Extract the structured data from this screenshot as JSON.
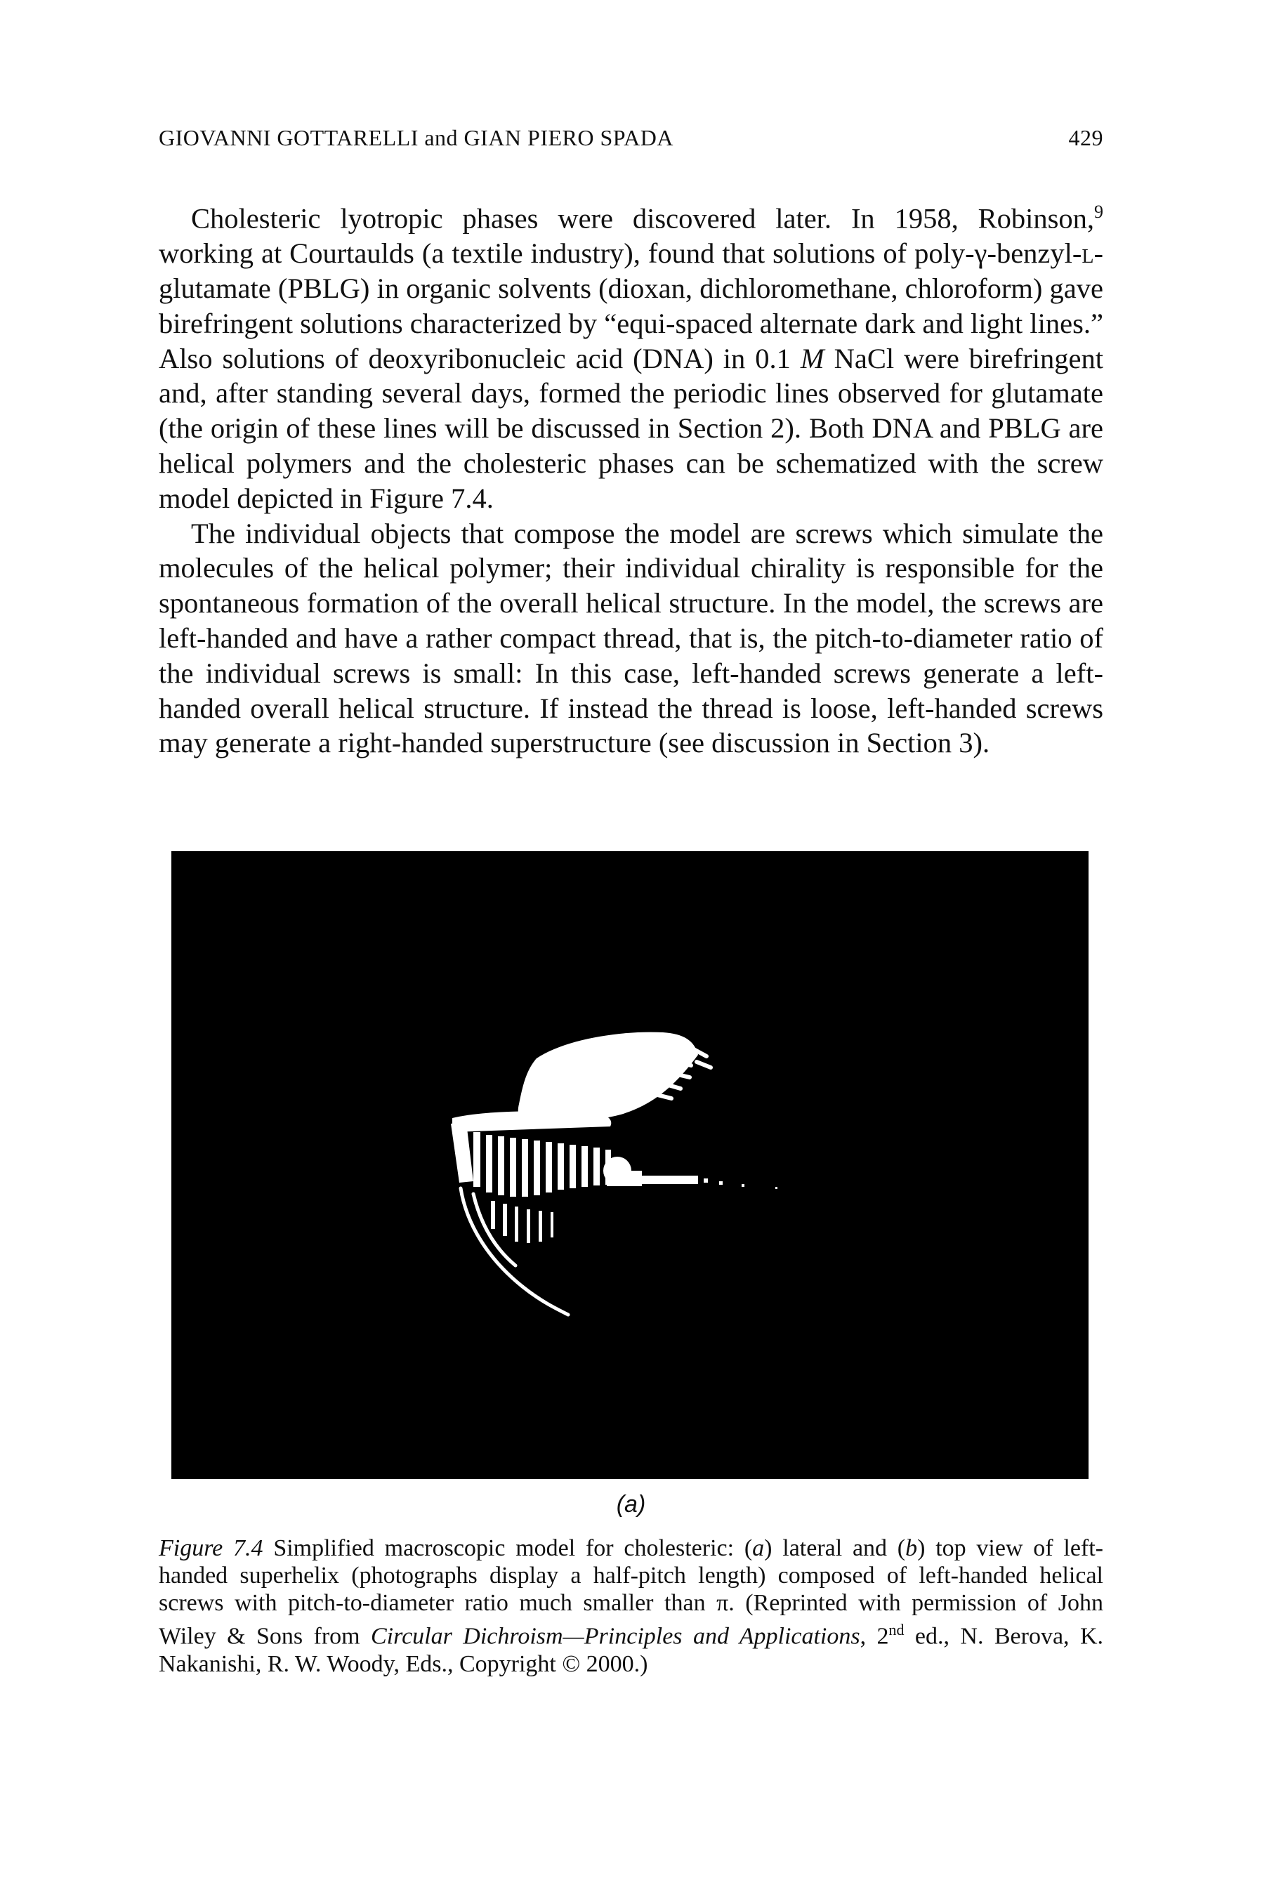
{
  "header": {
    "authors": "GIOVANNI GOTTARELLI and GIAN PIERO SPADA",
    "page_number": "429"
  },
  "body": {
    "p1_a": "Cholesteric lyotropic phases were discovered later. In 1958, Robinson,",
    "p1_ref": "9",
    "p1_b": " working at Courtaulds (a textile industry), found that solutions of poly-γ-benzyl-",
    "p1_l": "l",
    "p1_c": "-glutamate (PBLG) in organic solvents (dioxan, dichloromethane, chloroform) gave birefringent solutions characterized by “equi-spaced alternate dark and light lines.” Also solutions of deoxyribonucleic acid (DNA) in 0.1 ",
    "p1_m": "M",
    "p1_d": " NaCl were birefringent and, after standing several days, formed the periodic lines observed for glutamate (the origin of these lines will be discussed in Section 2). Both DNA and PBLG are helical polymers and the cholesteric phases can be schematized with the screw model depicted in Figure 7.4.",
    "p2": "The individual objects that compose the model are screws which simulate the molecules of the helical polymer; their individual chirality is responsible for the spontaneous formation of the overall helical structure. In the model, the screws are left-handed and have a rather compact thread, that is, the pitch-to-diameter ratio of the individual screws is small: In this case, left-handed screws generate a left-handed overall helical structure. If instead the thread is loose, left-handed screws may generate a right-handed superstructure (see discussion in Section 3)."
  },
  "figure": {
    "sublabel": "(a)"
  },
  "caption": {
    "label": "Figure 7.4",
    "t1": " Simplified macroscopic model for cholesteric: (",
    "a": "a",
    "t2": ") lateral and (",
    "b": "b",
    "t3": ") top view of left-handed superhelix (photographs display a half-pitch length) composed of left-handed helical screws with pitch-to-diameter ratio much smaller than π. (Reprinted with permission of John Wiley & Sons from ",
    "book": "Circular Dichroism—Principles and Applications",
    "t4": ", 2",
    "sup": "nd",
    "t5": " ed., N. Berova, K. Nakanishi, R. W. Woody, Eds., Copyright © 2000.)"
  }
}
